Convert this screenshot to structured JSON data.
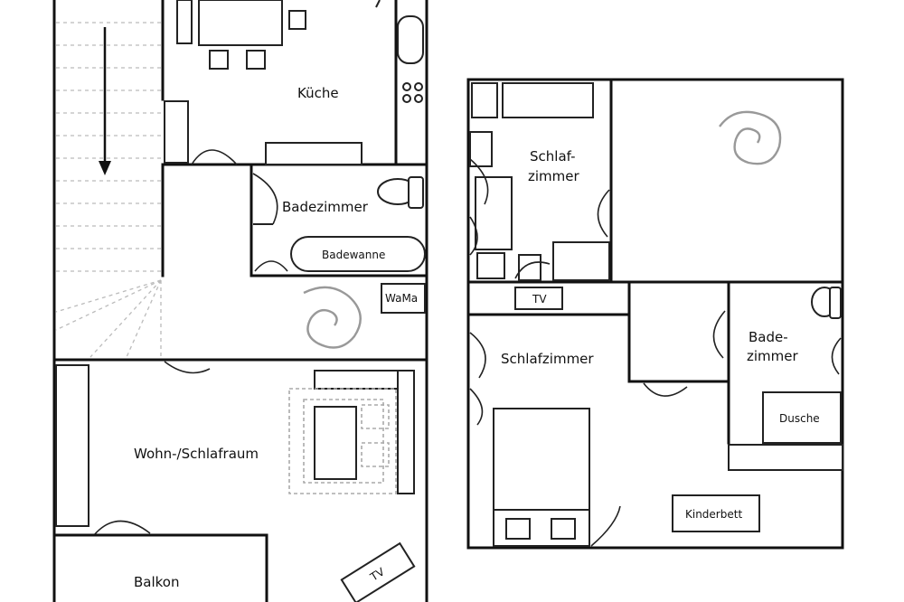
{
  "rooms": {
    "kueche": "Küche",
    "badezimmer": "Badezimmer",
    "badewanne": "Badewanne",
    "wama": "WaMa",
    "wohn_schlafraum": "Wohn-/Schlafraum",
    "balkon": "Balkon",
    "tv_left": "TV",
    "schlafzimmer_small_line1": "Schlaf-",
    "schlafzimmer_small_line2": "zimmer",
    "tv_right": "TV",
    "schlafzimmer": "Schlafzimmer",
    "badezimmer_right_line1": "Bade-",
    "badezimmer_right_line2": "zimmer",
    "dusche": "Dusche",
    "kinderbett": "Kinderbett"
  }
}
